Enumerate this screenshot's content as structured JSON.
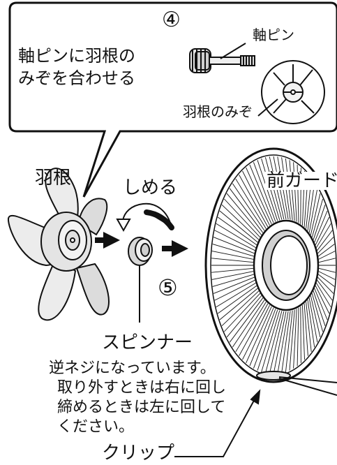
{
  "callout": {
    "step_number": "④",
    "instruction_line1": "軸ピンに羽根の",
    "instruction_line2": "みぞを合わせる",
    "shaft_pin_label": "軸ピン",
    "blade_groove_label": "羽根のみぞ"
  },
  "main": {
    "blade_label": "羽根",
    "tighten_label": "しめる",
    "front_guard_label": "前ガード",
    "step5_number": "⑤",
    "spinner_label": "スピンナー",
    "spinner_note_line1": "逆ネジになっています。",
    "spinner_note_line2": "取り外すときは右に回し",
    "spinner_note_line3": "締めるときは左に回して",
    "spinner_note_line4": "ください。",
    "clip_label": "クリップ"
  },
  "colors": {
    "line": "#111111",
    "blade_fill": "#ececec",
    "blade_shade": "#d8d8d8",
    "arrow": "#111111"
  },
  "icons": [
    "turn-arrow-icon",
    "push-arrow-icon"
  ]
}
